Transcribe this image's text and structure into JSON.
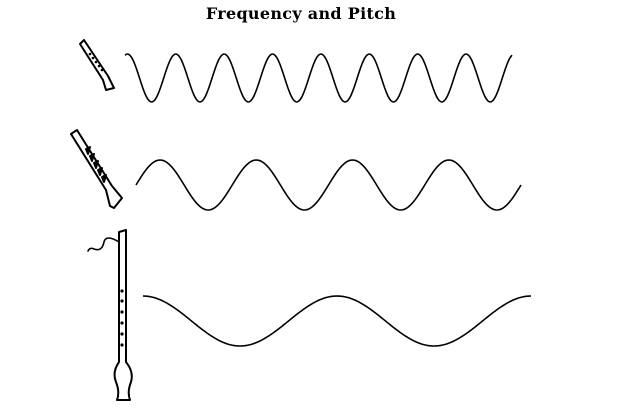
{
  "title": "Frequency and Pitch",
  "rows": [
    {
      "instrument": "small-recorder-icon",
      "cycles": 8
    },
    {
      "instrument": "medium-recorder-icon",
      "cycles": 4
    },
    {
      "instrument": "bass-recorder-icon",
      "cycles": 2
    }
  ],
  "colors": {
    "stroke": "#000000",
    "background": "#ffffff"
  }
}
